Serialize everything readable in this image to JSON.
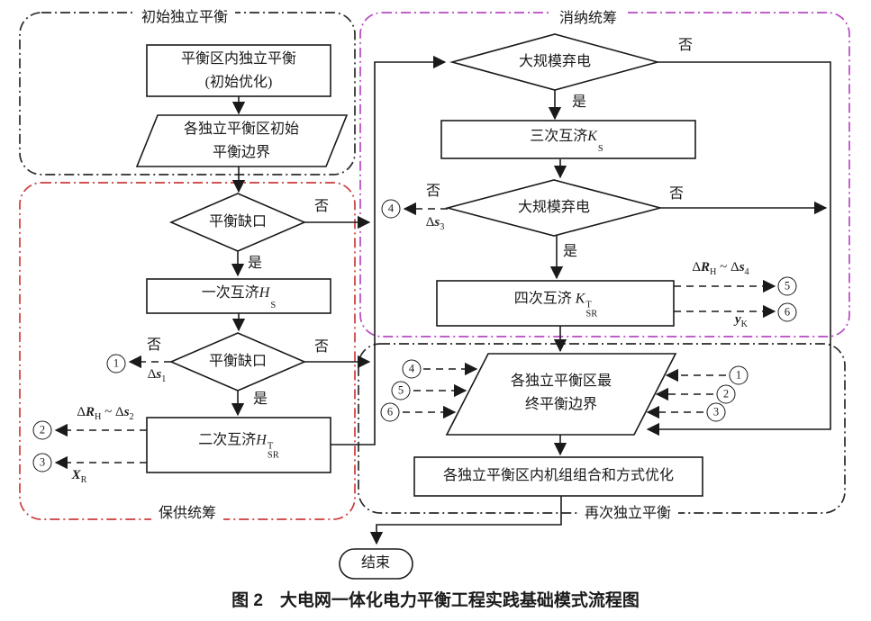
{
  "figure": {
    "caption": "图 2　大电网一体化电力平衡工程实践基础模式流程图"
  },
  "sections": {
    "initial_balance": "初始独立平衡",
    "supply_coordination": "保供统筹",
    "absorption_coordination": "消纳统筹",
    "rebalance": "再次独立平衡"
  },
  "nodes": {
    "init_opt": {
      "line1": "平衡区内独立平衡",
      "line2": "(初始优化)"
    },
    "init_boundary": {
      "line1": "各独立平衡区初始",
      "line2": "平衡边界"
    },
    "gap1": "平衡缺口",
    "mutual1": {
      "prefix": "一次互济",
      "variable": "H",
      "sub": "S",
      "sup": ""
    },
    "gap2": "平衡缺口",
    "mutual2": {
      "prefix": "二次互济",
      "variable": "H",
      "sub": "SR",
      "sup": "T"
    },
    "curtail1": "大规模弃电",
    "mutual3": {
      "prefix": "三次互济",
      "variable": "K",
      "sub": "S",
      "sup": ""
    },
    "curtail2": "大规模弃电",
    "mutual4": {
      "prefix": "四次互济 ",
      "variable": "K",
      "sub": "SR",
      "sup": "T"
    },
    "final_boundary": {
      "line1": "各独立平衡区最",
      "line2": "终平衡边界"
    },
    "unit_commit": "各独立平衡区内机组组合和方式优化",
    "end": "结束"
  },
  "branches": {
    "yes": "是",
    "no": "否"
  },
  "signals": {
    "ds1": {
      "delta": "Δ",
      "variable": "s",
      "sub": "1"
    },
    "dr2": {
      "delta1": "Δ",
      "var1": "R",
      "sub1": "H",
      "tilde": "~",
      "delta2": "Δ",
      "var2": "s",
      "sub2": "2"
    },
    "xr": {
      "variable": "X",
      "sub": "R"
    },
    "ds3": {
      "delta": "Δ",
      "variable": "s",
      "sub": "3"
    },
    "dr4": {
      "delta1": "Δ",
      "var1": "R",
      "sub1": "H",
      "tilde": "~",
      "delta2": "Δ",
      "var2": "s",
      "sub2": "4"
    },
    "yk": {
      "variable": "y",
      "sub": "K"
    }
  },
  "connectors": {
    "c1": "1",
    "c2": "2",
    "c3": "3",
    "c4": "4",
    "c5": "5",
    "c6": "6"
  },
  "colors": {
    "line": "#1a1a1a",
    "supply_border": "#cc3b3b",
    "absorption_border": "#b847c2",
    "initial_border": "#2a2a2a",
    "rebalance_border": "#2a2a2a"
  }
}
